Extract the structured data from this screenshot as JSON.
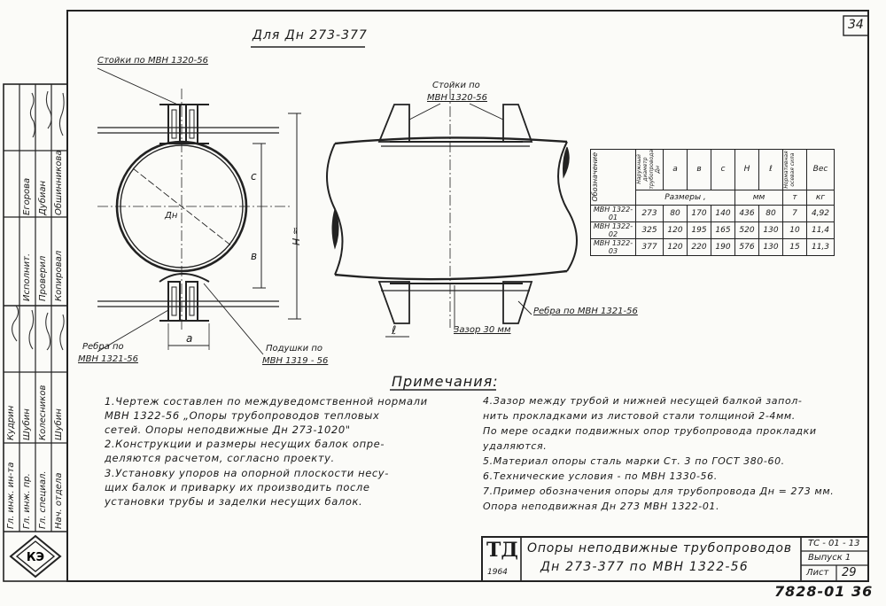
{
  "page_number": "34",
  "drawing_title": "Для Дн 273-377",
  "labels": {
    "stoiki_left": "Стойки по МВН 1320-56",
    "stoiki_right_1": "Стойки по",
    "stoiki_right_2": "МВН 1320-56",
    "rebra_left_1": "Ребра по",
    "rebra_left_2": "МВН 1321-56",
    "podushki_1": "Подушки по",
    "podushki_2": "МВН 1319 - 56",
    "rebra_right": "Ребра по МВН 1321-56",
    "zazor": "Зазор 30 мм",
    "dim_a": "а",
    "dim_b": "в",
    "dim_c": "с",
    "dim_H": "≈ Н",
    "dim_l": "ℓ",
    "dim_Dn": "Дн"
  },
  "table": {
    "col_designation": "Обозначение",
    "col_outer_diam": "Наружный диаметр трубопровода Дн",
    "col_a": "а",
    "col_b": "в",
    "col_c": "с",
    "col_H": "Н",
    "col_l": "ℓ",
    "col_force": "Нормативная осевая сила",
    "col_weight": "Вес",
    "sizes_label": "Размеры ,",
    "mm_label": "мм",
    "unit_t": "т",
    "unit_kg": "кг",
    "rows": [
      [
        "МВН 1322-01",
        "273",
        "80",
        "170",
        "140",
        "436",
        "80",
        "7",
        "4,92"
      ],
      [
        "МВН 1322-02",
        "325",
        "120",
        "195",
        "165",
        "520",
        "130",
        "10",
        "11,4"
      ],
      [
        "МВН 1322-03",
        "377",
        "120",
        "220",
        "190",
        "576",
        "130",
        "15",
        "11,3"
      ]
    ]
  },
  "notes_title": "Примечания:",
  "notes_left": [
    "1.Чертеж составлен по междуведомственной нормали",
    "МВН 1322-56 „Опоры трубопроводов тепловых",
    "сетей. Опоры неподвижные Дн 273-1020\"",
    "2.Конструкции и размеры несущих балок опре-",
    "деляются расчетом, согласно проекту.",
    "3.Установку упоров на опорной плоскости несу-",
    "щих балок и приварку их производить после",
    "установки трубы и заделки несущих балок."
  ],
  "notes_right": [
    "4.Зазор между трубой и нижней несущей балкой запол-",
    "нить прокладками из листовой стали толщиной 2-4мм.",
    "По мере осадки подвижных опор трубопровода прокладки",
    "удаляются.",
    "5.Материал опоры сталь марки Ст. 3 по ГОСТ 380-60.",
    "6.Технические условия - по МВН 1330-56.",
    "7.Пример обозначения опоры для трубопровода Дн = 273 мм.",
    "Опора неподвижная Дн 273 МВН 1322-01."
  ],
  "title_block": {
    "logo": "ТД",
    "year": "1964",
    "title_line1": "Опоры неподвижные трубопроводов",
    "title_line2": "Дн 273-377 по МВН 1322-56",
    "code": "ТС - 01 - 13",
    "issue": "Выпуск 1",
    "sheet_label": "Лист",
    "sheet_no": "29",
    "doc_number": "7828-01 36"
  },
  "side_stamp": {
    "roles": [
      "Гл. инж. ин-та",
      "Гл. инж. пр.",
      "Гл. специал.",
      "Нач. отдела"
    ],
    "roles2": [
      "Исполнит.",
      "Проверил",
      "Копировал"
    ],
    "names": [
      "Кудрин",
      "Шубин",
      "Колесников",
      "Шубин"
    ],
    "names2": [
      "Егорова",
      "Дубиан",
      "Обшинникова"
    ]
  }
}
